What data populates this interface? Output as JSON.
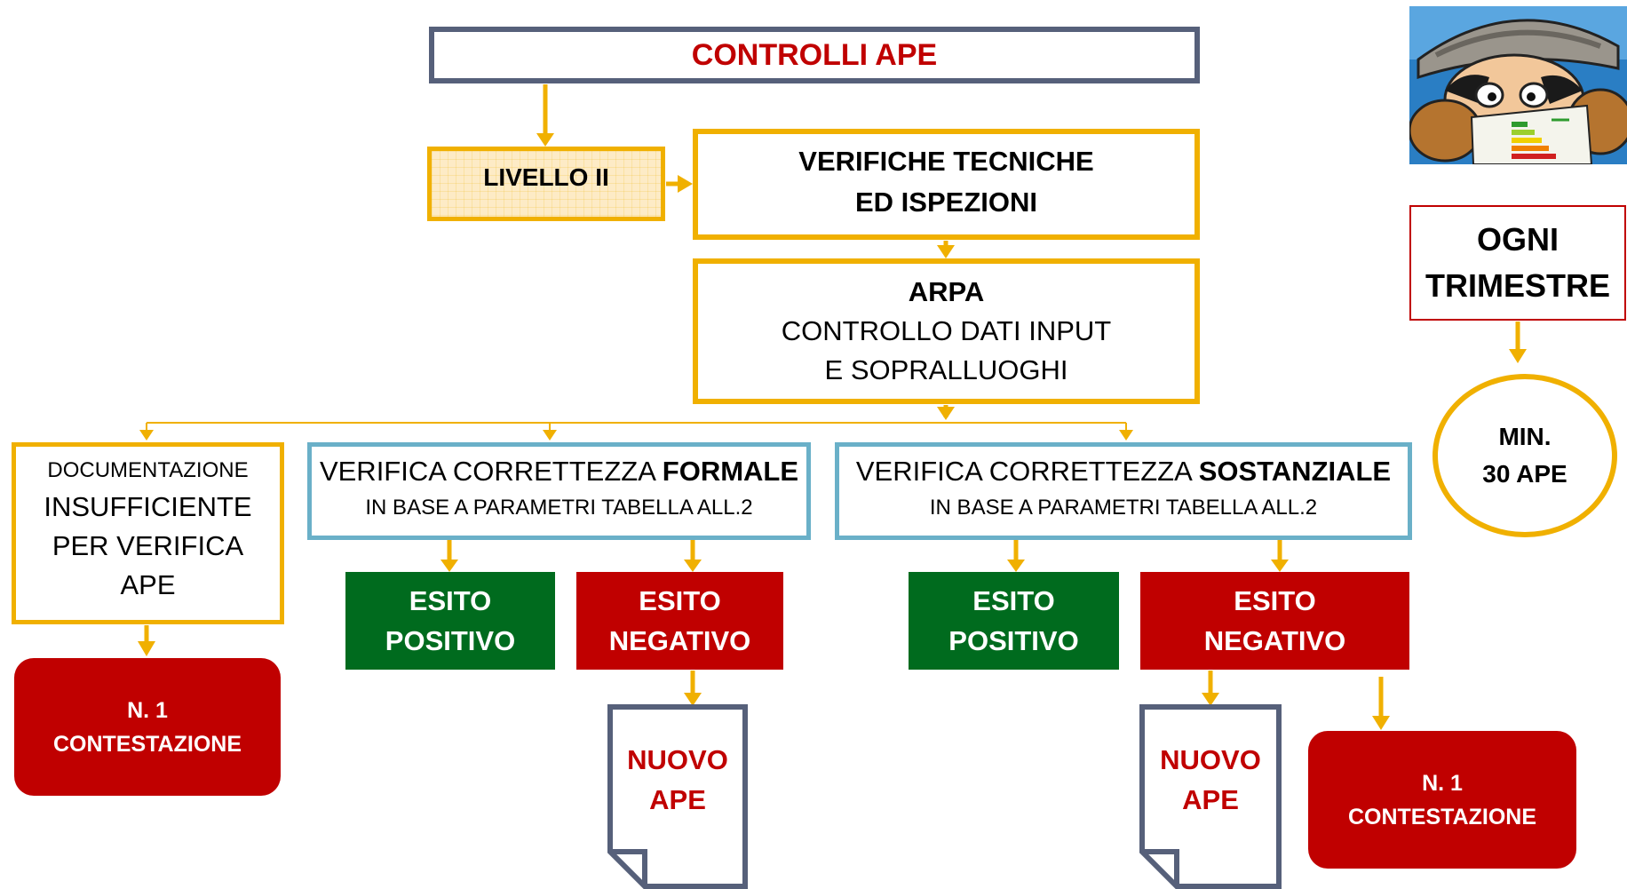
{
  "title": "CONTROLLI APE",
  "livello": "LIVELLO II",
  "verifiche_tecniche": {
    "line1": "VERIFICHE TECNICHE",
    "line2": "ED ISPEZIONI"
  },
  "arpa": {
    "title": "ARPA",
    "line1": "CONTROLLO DATI INPUT",
    "line2": "E SOPRALLUOGHI"
  },
  "documentazione": {
    "line1": "DOCUMENTAZIONE",
    "line2": "INSUFFICIENTE",
    "line3": "PER VERIFICA",
    "line4": "APE"
  },
  "formale": {
    "prefix": "VERIFICA CORRETTEZZA ",
    "bold": "FORMALE",
    "sub": "IN BASE A PARAMETRI TABELLA ALL.2"
  },
  "sostanziale": {
    "prefix": "VERIFICA CORRETTEZZA ",
    "bold": "SOSTANZIALE",
    "sub": "IN BASE A PARAMETRI TABELLA ALL.2"
  },
  "esito_positivo": {
    "line1": "ESITO",
    "line2": "POSITIVO"
  },
  "esito_negativo": {
    "line1": "ESITO",
    "line2": "NEGATIVO"
  },
  "nuovo_ape": {
    "line1": "NUOVO",
    "line2": "APE"
  },
  "contestazione": {
    "line1": "N. 1",
    "line2": "CONTESTAZIONE"
  },
  "ogni_trimestre": {
    "line1": "OGNI",
    "line2": "TRIMESTRE"
  },
  "min_ape": {
    "line1": "MIN.",
    "line2": "30 APE"
  },
  "colors": {
    "orange": "#f0b000",
    "red": "#c00000",
    "green": "#006b1e",
    "blue": "#6ab0c8",
    "slate": "#56607a"
  }
}
